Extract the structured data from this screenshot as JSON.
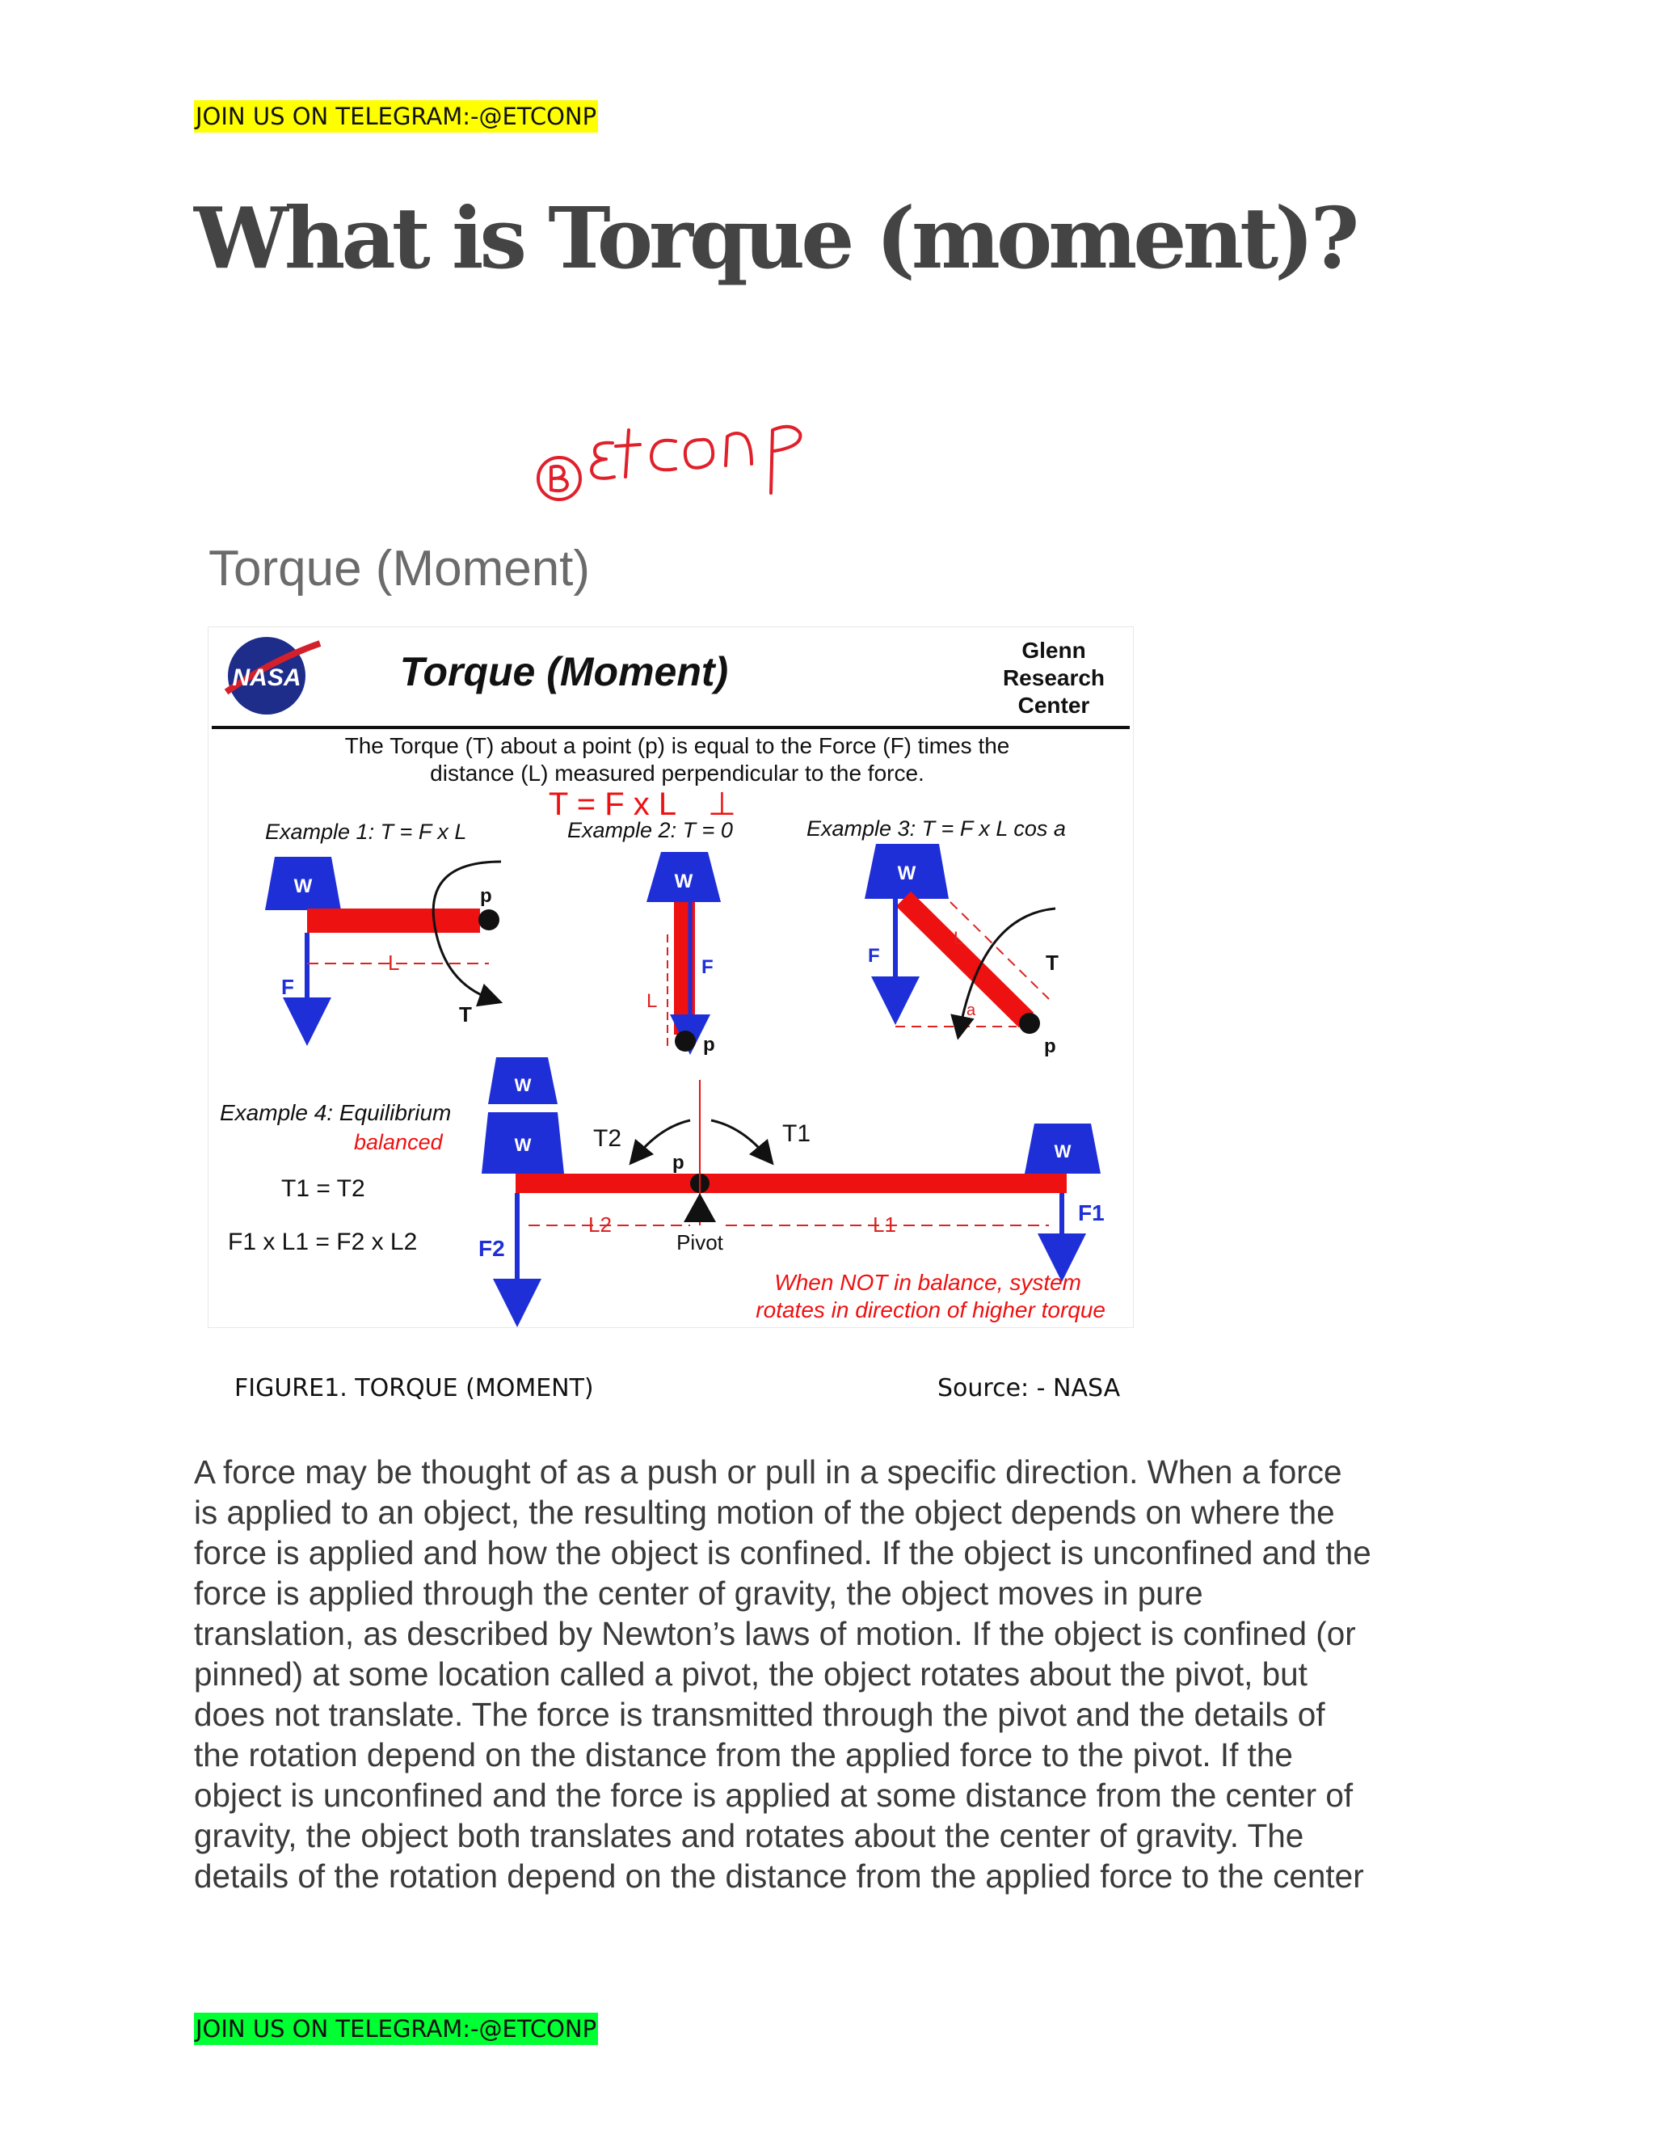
{
  "banner_top": "JOIN US ON TELEGRAM:-@ETCONP",
  "banner_bottom": "JOIN US ON TELEGRAM:-@ETCONP",
  "page_title": "What is Torque (moment)?",
  "watermark": "@etconp",
  "figure": {
    "heading": "Torque (Moment)",
    "logo_text": "NASA",
    "title": "Torque (Moment)",
    "center_line1": "Glenn",
    "center_line2": "Research",
    "center_line3": "Center",
    "desc_line1": "The Torque (T) about a point (p) is equal to the Force (F) times the",
    "desc_line2": "distance (L) measured perpendicular to the force.",
    "formula": "T = F x L",
    "ex1": "Example 1:  T = F x L",
    "ex2": "Example 2:  T = 0",
    "ex3": "Example 3:  T = F x L cos a",
    "ex4": "Example 4: Equilibrium",
    "balanced": "balanced",
    "eq1": "T1 = T2",
    "eq2": "F1 x L1 = F2 x L2",
    "w": "W",
    "f": "F",
    "l": "L",
    "p": "p",
    "t": "T",
    "a": "a",
    "t1": "T1",
    "t2": "T2",
    "f1": "F1",
    "f2": "F2",
    "l1": "L1",
    "l2": "L2",
    "pivot": "Pivot",
    "warn1": "When NOT in balance, system",
    "warn2": "rotates in direction of higher torque"
  },
  "caption_left": "FIGURE1. TORQUE (MOMENT)",
  "caption_right": "Source: - NASA",
  "body_lines": [
    "A force may be thought of as a push or pull in a specific direction. When a force",
    "is applied to an object, the resulting motion of the object depends on where the",
    "force is applied and how the object is confined. If the object is unconfined and the",
    "force is applied through the center of gravity, the object moves in pure",
    "translation, as described by Newton’s laws of motion. If the object is confined (or",
    "pinned) at some location called a pivot, the object rotates about the pivot, but",
    "does not translate. The force is transmitted through the pivot and the details of",
    "the rotation depend on the distance from the applied force to the pivot. If the",
    "object is unconfined and the force is applied at some distance from the center of",
    "gravity, the object both translates and rotates about the center of gravity. The",
    "details of the rotation depend on the distance from the applied force to the center"
  ],
  "colors": {
    "weight": "#1f2fd8",
    "beam": "#ee1111",
    "dim": "#dd2222",
    "arrow": "#1f2fd8"
  }
}
